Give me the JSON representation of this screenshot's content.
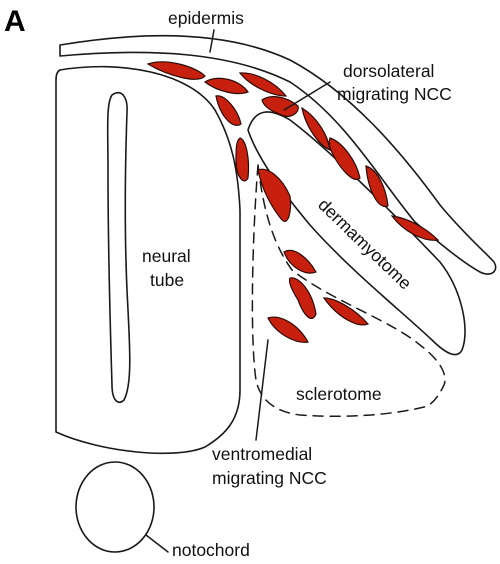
{
  "panel_letter": "A",
  "labels": {
    "epidermis": "epidermis",
    "dorsolateral_1": "dorsolateral",
    "dorsolateral_2": "migrating NCC",
    "neural_1": "neural",
    "neural_2": "tube",
    "dermamyotome": "dermamyotome",
    "sclerotome": "sclerotome",
    "ventromedial_1": "ventromedial",
    "ventromedial_2": "migrating NCC",
    "notochord": "notochord"
  },
  "colors": {
    "ncc_fill": "#c8200e",
    "outline": "#1a1a1a"
  }
}
